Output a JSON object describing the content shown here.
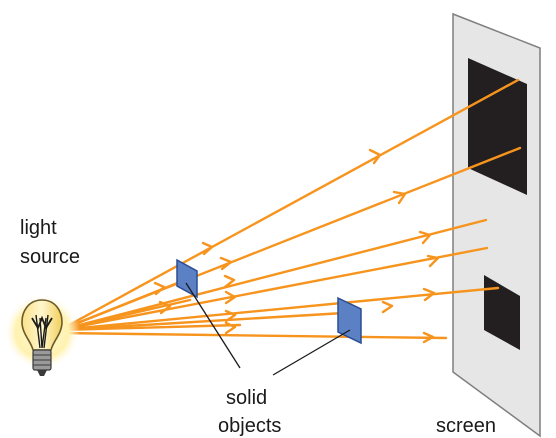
{
  "labels": {
    "light_line1": "light",
    "light_line2": "source",
    "solid_line1": "solid",
    "solid_line2": "objects",
    "screen": "screen"
  },
  "colors": {
    "ray": "#f7941d",
    "screen_fill": "#e6e6e6",
    "screen_stroke": "#7f7f7f",
    "shadow": "#231f20",
    "object_fill": "#5b80c4",
    "object_stroke": "#2b4d93",
    "bulb_glow": "#fff6c4"
  },
  "icons": {
    "bulb": "light-bulb-icon"
  }
}
